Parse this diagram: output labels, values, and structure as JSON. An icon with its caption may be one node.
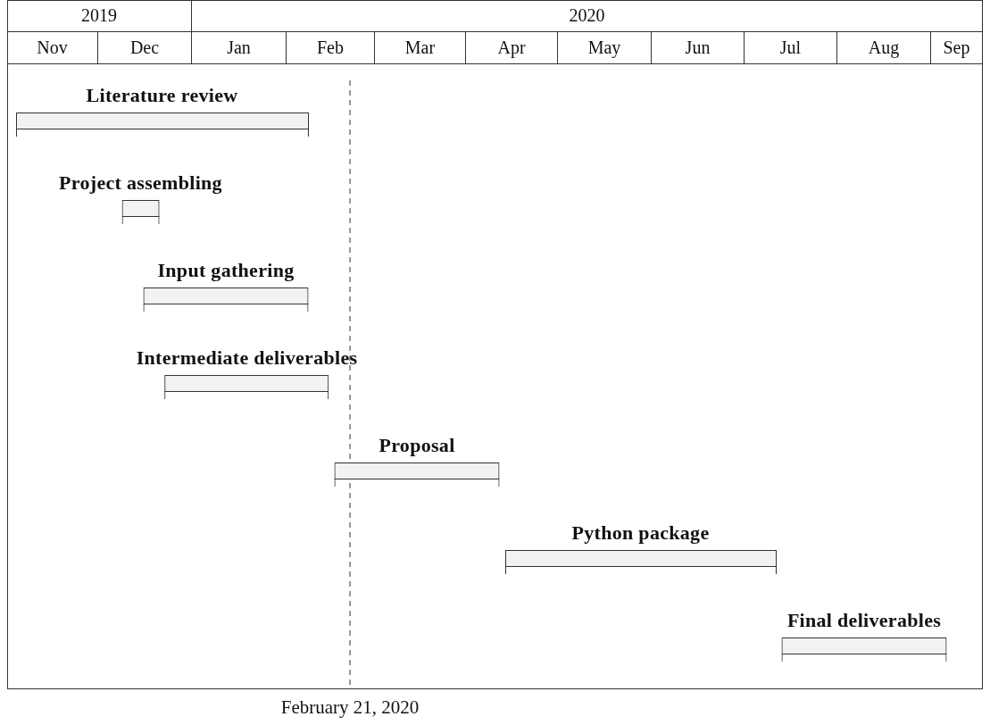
{
  "diagram": {
    "nodes": [
      {
        "text": [
          "Literature review"
        ]
      },
      {
        "text": [
          "Project assembling"
        ]
      },
      {
        "text": [
          "Input gathering"
        ]
      },
      {
        "text": [
          "Intermediate deliverables"
        ]
      },
      {
        "text": [
          "Proposal"
        ]
      },
      {
        "text": [
          "Python package"
        ]
      },
      {
        "text": [
          "Final deliverables"
        ]
      }
    ],
    "labels": [
      "2019",
      "2020",
      "Nov",
      "Dec",
      "Jan",
      "Feb",
      "Mar",
      "Apr",
      "May",
      "Jun",
      "Jul",
      "Aug",
      "Sep",
      "February 21, 2020"
    ]
  }
}
